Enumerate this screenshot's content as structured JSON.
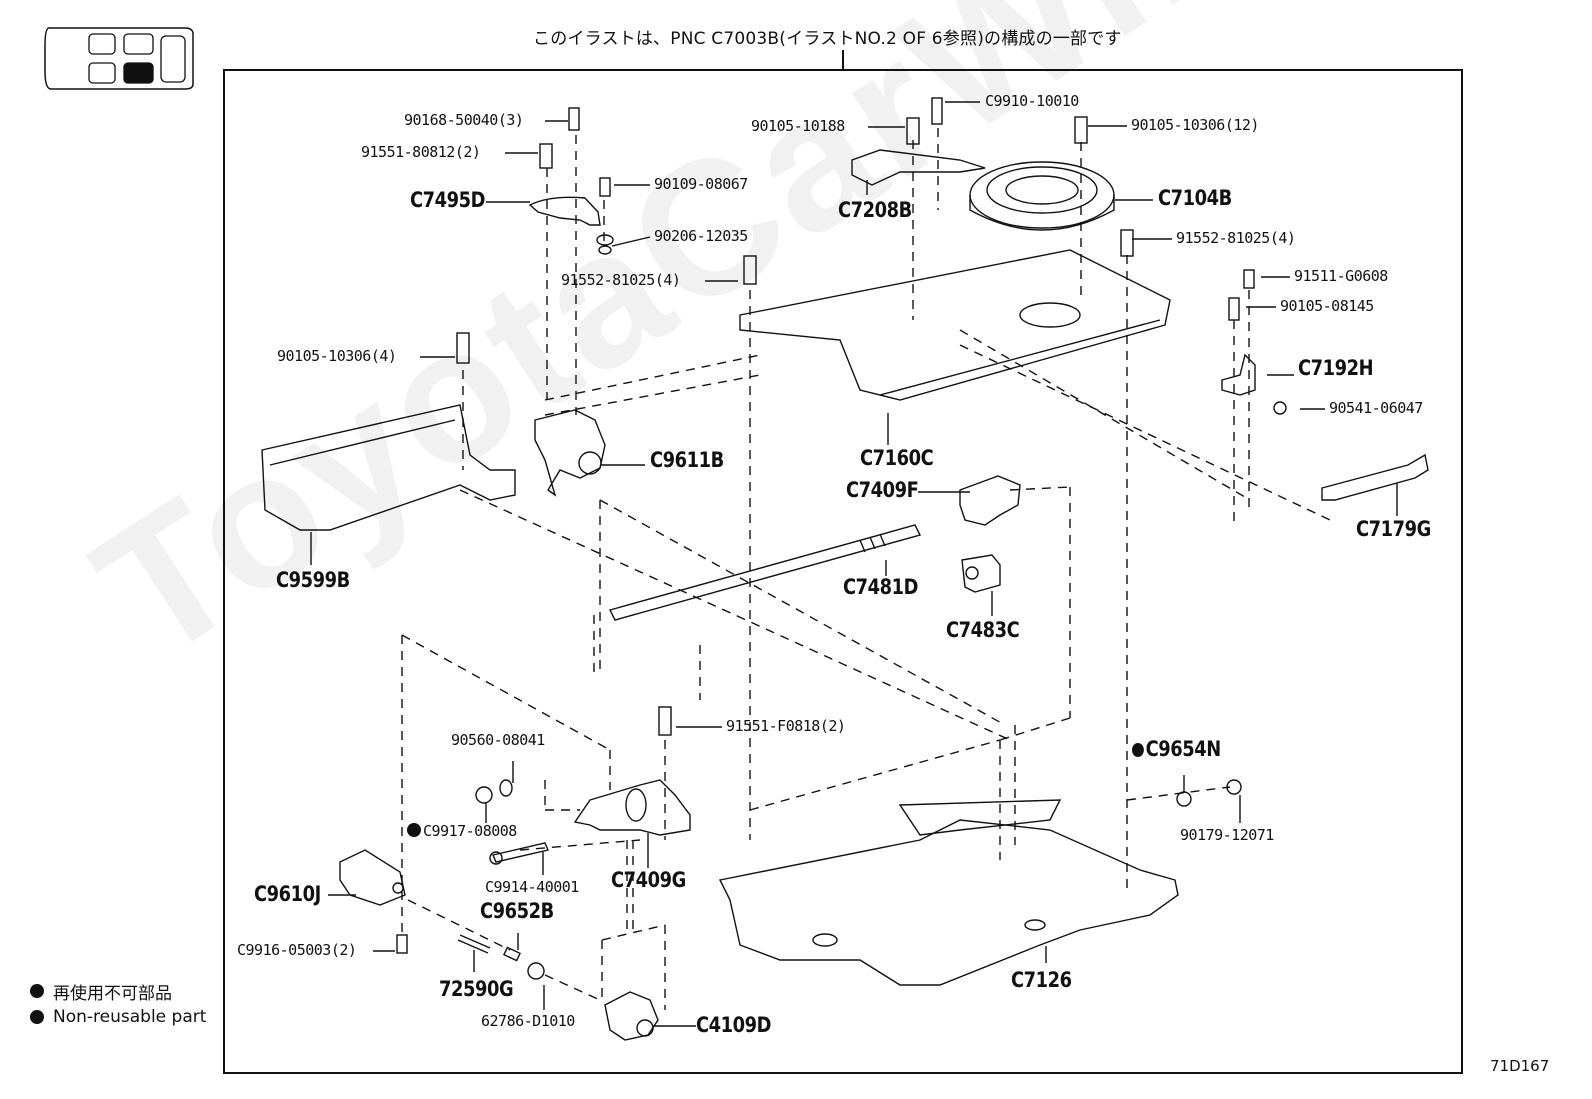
{
  "watermark": "ToyotaCarWire.ru",
  "header": {
    "note": "このイラストは、PNC C7003B(イラストNO.2 OF 6参照)の構成の一部です"
  },
  "locator": {
    "icon": "vehicle-seat-locator-icon",
    "highlighted_seat": "second-row-right"
  },
  "parts": {
    "p90168_50040": "90168-50040(3)",
    "p91551_80812": "91551-80812(2)",
    "c7495d": "C7495D",
    "p90109_08067": "90109-08067",
    "p90206_12035": "90206-12035",
    "p91552_81025_a": "91552-81025(4)",
    "p90105_10188": "90105-10188",
    "c9910_10010": "C9910-10010",
    "p90105_10306_12": "90105-10306(12)",
    "c7208b": "C7208B",
    "c7104b": "C7104B",
    "p91552_81025_b": "91552-81025(4)",
    "p91511_g0608": "91511-G0608",
    "p90105_08145": "90105-08145",
    "c7192h": "C7192H",
    "p90541_06047": "90541-06047",
    "c7179g": "C7179G",
    "p90105_10306_4": "90105-10306(4)",
    "c9611b": "C9611B",
    "c9599b": "C9599B",
    "c7160c": "C7160C",
    "c7409f": "C7409F",
    "c7481d": "C7481D",
    "c7483c": "C7483C",
    "p91551_f0818": "91551-F0818(2)",
    "p90560_08041": "90560-08041",
    "c9917_08008": "C9917-08008",
    "c9914_40001": "C9914-40001",
    "c7409g": "C7409G",
    "c9610j": "C9610J",
    "c9652b": "C9652B",
    "c9916_05003": "C9916-05003(2)",
    "p72590g": "72590G",
    "p62786_d1010": "62786-D1010",
    "c4109d": "C4109D",
    "c7126": "C7126",
    "c9654n": "C9654N",
    "p90179_12071": "90179-12071"
  },
  "legend": {
    "jp": "再使用不可部品",
    "en": "Non-reusable part"
  },
  "illustration_code": "71D167"
}
